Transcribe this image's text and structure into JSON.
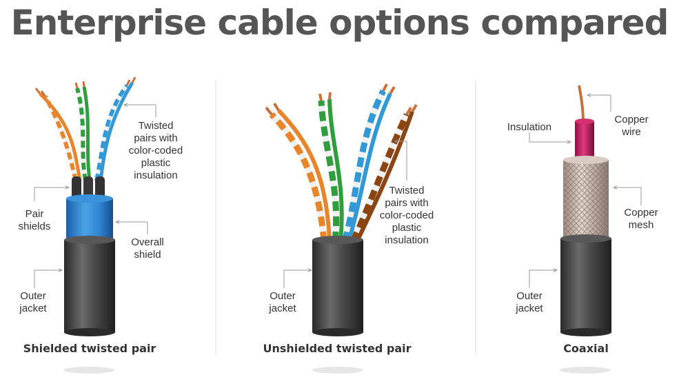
{
  "title": "Enterprise cable options compared",
  "panels": [
    {
      "caption": "Shielded twisted pair",
      "labels": {
        "twisted_pairs": [
          "Twisted",
          "pairs with",
          "color-coded",
          "plastic",
          "insulation"
        ],
        "pair_shields": [
          "Pair",
          "shields"
        ],
        "overall_shield": [
          "Overall",
          "shield"
        ],
        "outer_jacket": [
          "Outer",
          "jacket"
        ]
      }
    },
    {
      "caption": "Unshielded twisted pair",
      "labels": {
        "twisted_pairs": [
          "Twisted",
          "pairs with",
          "color-coded",
          "plastic",
          "insulation"
        ],
        "outer_jacket": [
          "Outer",
          "jacket"
        ]
      }
    },
    {
      "caption": "Coaxial",
      "labels": {
        "insulation": [
          "Insulation"
        ],
        "copper_wire": [
          "Copper",
          "wire"
        ],
        "copper_mesh": [
          "Copper",
          "mesh"
        ],
        "outer_jacket": [
          "Outer",
          "jacket"
        ]
      }
    }
  ],
  "colors": {
    "title": "#555555",
    "jacket": "#3e3e3e",
    "shield": "#2f86d4",
    "orange": "#e8842a",
    "green": "#2f9e3c",
    "blue": "#3399d6",
    "brown": "#8b4513",
    "copper": "#c8703c",
    "magenta": "#c0185e",
    "mesh": "#cbb8ae"
  }
}
